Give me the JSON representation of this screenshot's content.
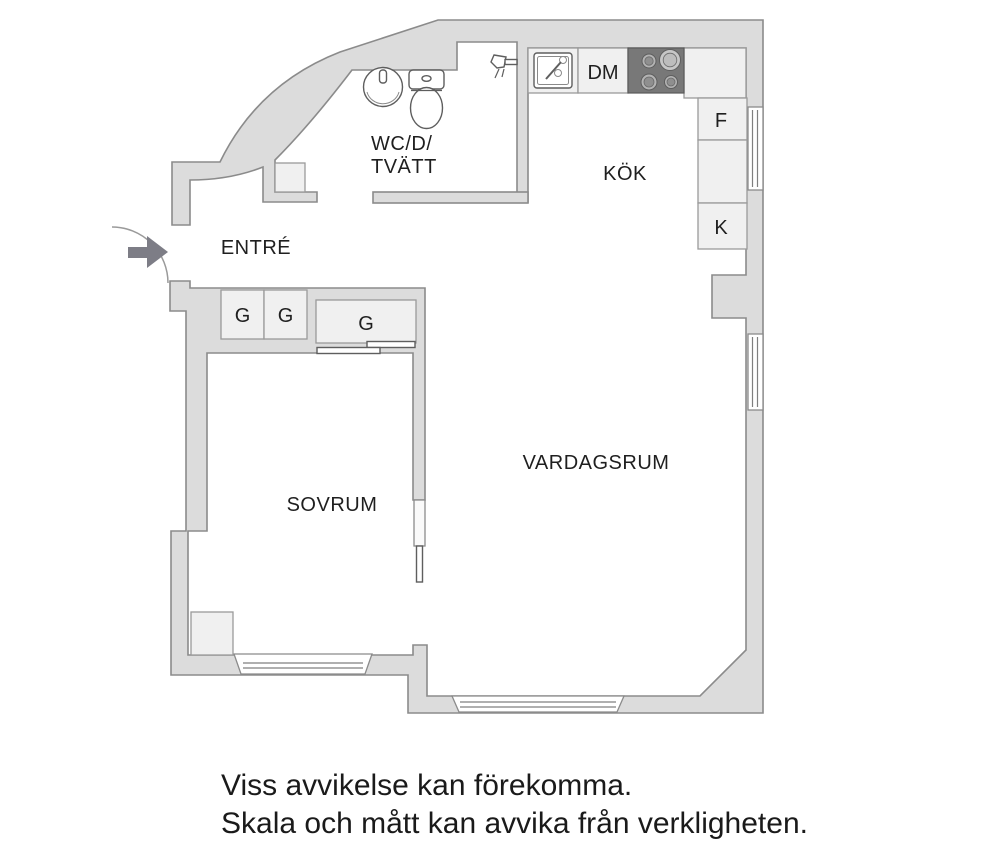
{
  "colors": {
    "background": "#ffffff",
    "wall_fill": "#dcdcdc",
    "wall_outline": "#8b8b8b",
    "furniture_fill": "#f0f0f0",
    "furniture_outline": "#9a9a9a",
    "fixture_outline": "#5e5e5e",
    "stove_fill": "#787878",
    "burner_ring": "#b9b9b9",
    "burner_center": "#8f8f8f",
    "entry_arrow": "#7d7d86",
    "text": "#1f1f1f"
  },
  "rooms": {
    "entry": "ENTRÉ",
    "bathroom_line1": "WC/D/",
    "bathroom_line2": "TVÄTT",
    "kitchen": "KÖK",
    "living_room": "VARDAGSRUM",
    "bedroom": "SOVRUM"
  },
  "appliances": {
    "dishwasher": "DM",
    "fridge": "F",
    "refrigerator": "K"
  },
  "wardrobes": [
    {
      "label": "G"
    },
    {
      "label": "G"
    },
    {
      "label": "G"
    }
  ],
  "disclaimer": {
    "line1": "Viss avvikelse kan förekomma.",
    "line2": "Skala och mått kan avvika från verkligheten."
  }
}
